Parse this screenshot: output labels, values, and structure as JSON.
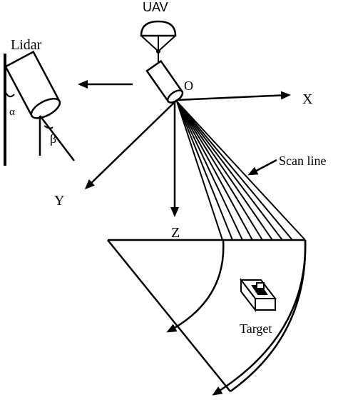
{
  "labels": {
    "uav": "UAV",
    "lidar": "Lidar",
    "alpha": "α",
    "beta": "β",
    "origin": "O",
    "x_axis": "X",
    "y_axis": "Y",
    "z_axis": "Z",
    "scan_line": "Scan line",
    "target": "Target"
  },
  "colors": {
    "stroke": "#000000",
    "background": "#ffffff"
  }
}
